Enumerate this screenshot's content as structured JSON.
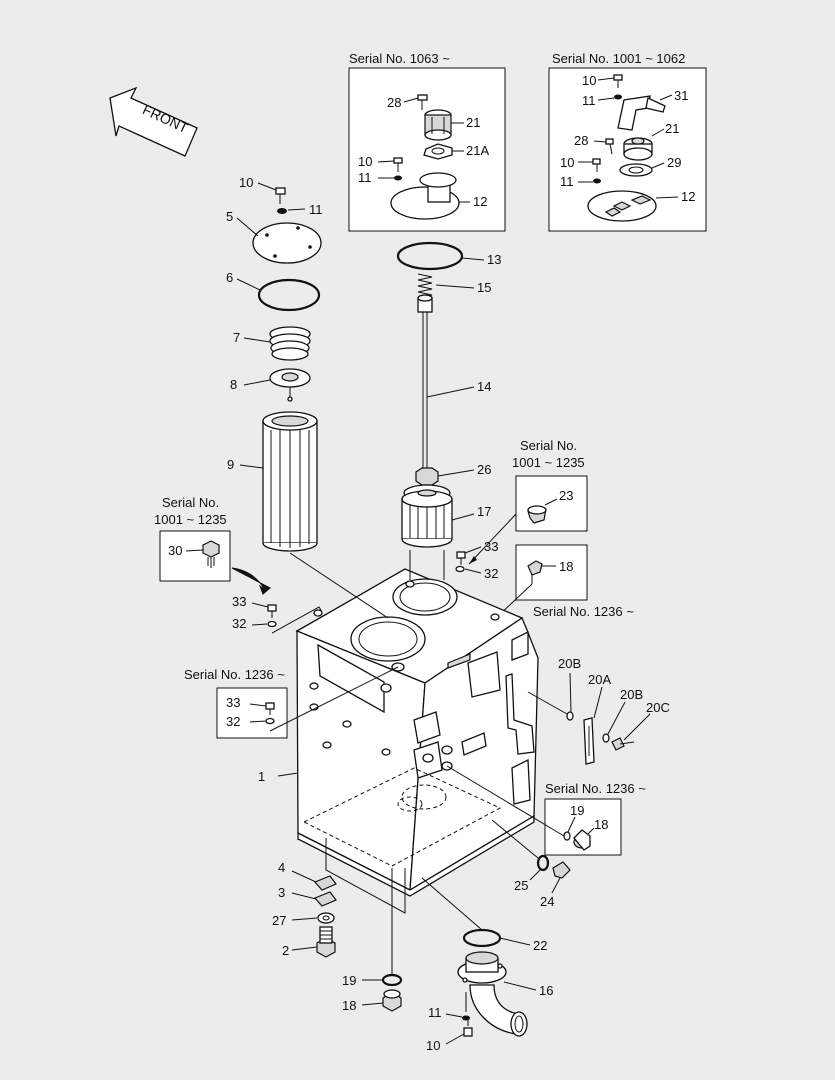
{
  "arrow": {
    "text": "FRONT"
  },
  "serial_notes": {
    "top_center": "Serial No. 1063 ~",
    "top_right": "Serial No. 1001 ~ 1062",
    "mid_right_line1": "Serial No.",
    "mid_right_line2": "1001 ~ 1235",
    "left_line1": "Serial No.",
    "left_line2": "1001 ~ 1235",
    "right_1236": "Serial No. 1236 ~",
    "left_1236": "Serial No. 1236 ~",
    "lower_right_1236": "Serial No. 1236 ~"
  },
  "labels": {
    "l1": "1",
    "l2": "2",
    "l3": "3",
    "l4": "4",
    "l5": "5",
    "l6": "6",
    "l7": "7",
    "l8": "8",
    "l9": "9",
    "l10a": "10",
    "l11a": "11",
    "l12a": "12",
    "l10b": "10",
    "l11b": "11",
    "l28a": "28",
    "l21a": "21",
    "l21A": "21A",
    "l10c": "10",
    "l11c": "11",
    "l31": "31",
    "l21b": "21",
    "l28b": "28",
    "l10d": "10",
    "l29": "29",
    "l11d": "11",
    "l12b": "12",
    "l13": "13",
    "l15": "15",
    "l14": "14",
    "l26": "26",
    "l17": "17",
    "l23": "23",
    "l33a": "33",
    "l32a": "32",
    "l18a": "18",
    "l30": "30",
    "l33b": "33",
    "l32b": "32",
    "l33c": "33",
    "l32c": "32",
    "l20B1": "20B",
    "l20A": "20A",
    "l20B2": "20B",
    "l20C": "20C",
    "l19a": "19",
    "l18b": "18",
    "l25": "25",
    "l24": "24",
    "l27": "27",
    "l22": "22",
    "l16": "16",
    "l19b": "19",
    "l18c": "18",
    "l11e": "11",
    "l10e": "10"
  }
}
